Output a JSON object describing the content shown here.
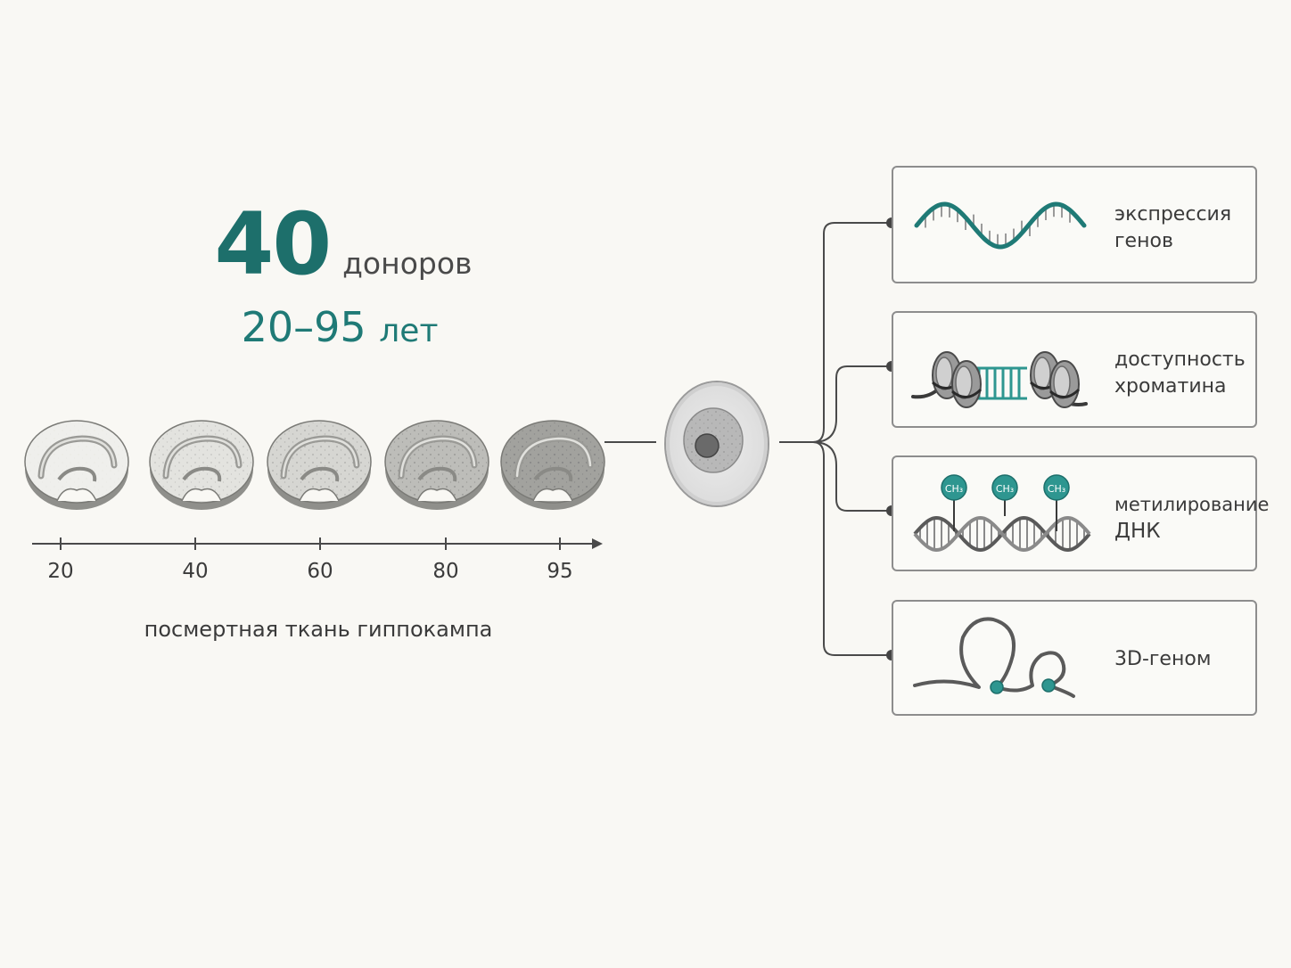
{
  "headline": {
    "count": "40",
    "count_label": "доноров"
  },
  "age_range": {
    "value": "20–95",
    "unit": "лет"
  },
  "timeline": {
    "ticks": [
      "20",
      "40",
      "60",
      "80",
      "95"
    ],
    "caption": "посмертная ткань гиппокампа"
  },
  "modalities": [
    {
      "line1": "экспрессия",
      "line2": "генов"
    },
    {
      "line1": "доступность",
      "line2": "хроматина"
    },
    {
      "line1": "метилирование",
      "line2": "ДНК"
    },
    {
      "line1": "3D-геном",
      "line2": ""
    }
  ],
  "methyl_tags": [
    "CH₃",
    "CH₃",
    "CH₃"
  ],
  "colors": {
    "accent": "#1d6f6b",
    "teal": "#2e9690",
    "line": "#4a4a4a"
  }
}
